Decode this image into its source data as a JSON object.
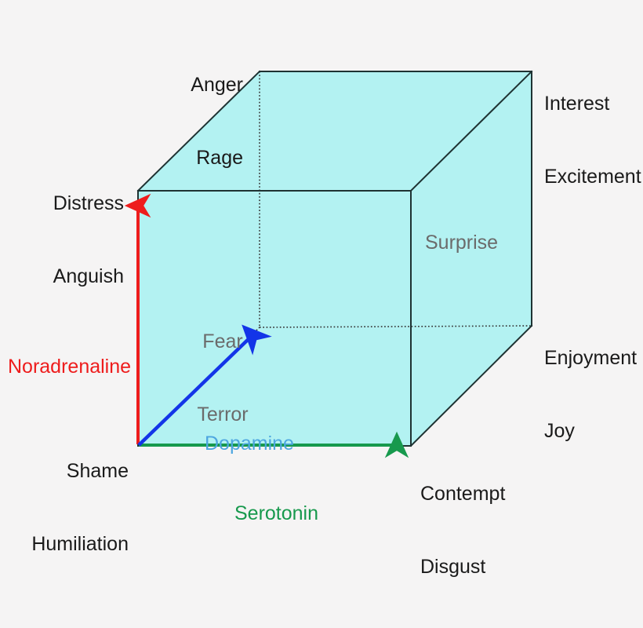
{
  "title": "Emotion Cube with Neurotransmitter Axes",
  "colors": {
    "background": "#f5f4f4",
    "cube_fill": "#b3f2f2",
    "cube_edge": "#1f3333",
    "hidden_edge": "#333333",
    "noradrenaline": "#ee1c1c",
    "dopamine_arrow": "#1335e8",
    "dopamine_label": "#4da6e0",
    "serotonin": "#17994d",
    "corner_label": "#1a1a1a",
    "inner_label": "#6b6b6b"
  },
  "axes": [
    {
      "id": "noradrenaline",
      "label": "Noradrenaline",
      "color": "#ee1c1c",
      "direction": "vertical-up",
      "from_corner": "Shame / Humiliation",
      "to_corner": "Distress / Anguish"
    },
    {
      "id": "serotonin",
      "label": "Serotonin",
      "color": "#17994d",
      "direction": "horizontal-right",
      "from_corner": "Shame / Humiliation",
      "to_corner": "Contempt / Disgust"
    },
    {
      "id": "dopamine",
      "label": "Dopamine",
      "color": "#4da6e0",
      "arrow_color": "#1335e8",
      "direction": "depth-diagonal",
      "from_corner": "Shame / Humiliation",
      "to_corner": "hidden back-bottom-left vertex"
    }
  ],
  "corner_labels": [
    {
      "id": "anger-rage",
      "lines": [
        "Anger",
        "Rage"
      ],
      "align": "right",
      "color": "#1a1a1a"
    },
    {
      "id": "interest-excitement",
      "lines": [
        "Interest",
        "Excitement"
      ],
      "align": "left",
      "color": "#1a1a1a"
    },
    {
      "id": "distress-anguish",
      "lines": [
        "Distress",
        "Anguish"
      ],
      "align": "right",
      "color": "#1a1a1a"
    },
    {
      "id": "enjoyment-joy",
      "lines": [
        "Enjoyment",
        "Joy"
      ],
      "align": "left",
      "color": "#1a1a1a"
    },
    {
      "id": "shame-humiliation",
      "lines": [
        "Shame",
        "Humiliation"
      ],
      "align": "right",
      "color": "#1a1a1a"
    },
    {
      "id": "contempt-disgust",
      "lines": [
        "Contempt",
        "Disgust"
      ],
      "align": "left",
      "color": "#1a1a1a"
    }
  ],
  "inner_labels": [
    {
      "id": "surprise",
      "lines": [
        "Surprise"
      ],
      "color": "#6b6b6b"
    },
    {
      "id": "fear-terror",
      "lines": [
        "Fear",
        "Terror"
      ],
      "color": "#6b6b6b"
    }
  ],
  "labels": {
    "anger": "Anger",
    "rage": "Rage",
    "interest": "Interest",
    "excitement": "Excitement",
    "distress": "Distress",
    "anguish": "Anguish",
    "enjoyment": "Enjoyment",
    "joy": "Joy",
    "shame": "Shame",
    "humiliation": "Humiliation",
    "contempt": "Contempt",
    "disgust": "Disgust",
    "surprise": "Surprise",
    "fear": "Fear",
    "terror": "Terror",
    "noradrenaline": "Noradrenaline",
    "dopamine": "Dopamine",
    "serotonin": "Serotonin"
  },
  "geometry": {
    "front": {
      "tl": [
        176,
        243
      ],
      "tr": [
        524,
        243
      ],
      "br": [
        524,
        568
      ],
      "bl": [
        176,
        568
      ]
    },
    "back": {
      "tl": [
        331,
        91
      ],
      "tr": [
        678,
        91
      ],
      "br": [
        678,
        415
      ],
      "bl": [
        331,
        417
      ]
    }
  }
}
